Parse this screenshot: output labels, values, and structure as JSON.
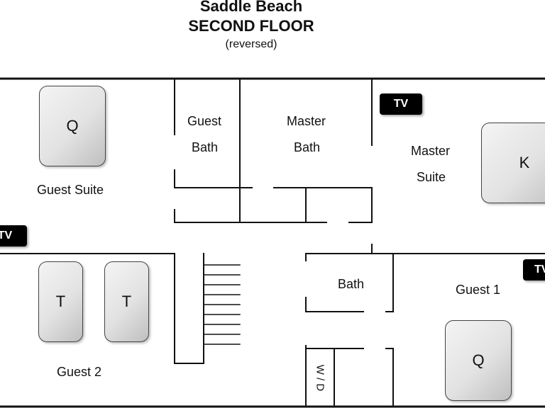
{
  "header": {
    "title": "Saddle Beach",
    "subtitle": "SECOND FLOOR",
    "note": "(reversed)"
  },
  "rooms": {
    "guest_bath_line1": "Guest",
    "guest_bath_line2": "Bath",
    "master_bath_line1": "Master",
    "master_bath_line2": "Bath",
    "master_suite_line1": "Master",
    "master_suite_line2": "Suite",
    "guest_suite": "Guest Suite",
    "guest_2": "Guest 2",
    "bath": "Bath",
    "guest_1": "Guest 1",
    "laundry": "W / D"
  },
  "beds": {
    "guest_suite": "Q",
    "master_suite": "K",
    "guest2_left": "T",
    "guest2_right": "T",
    "guest_1": "Q"
  },
  "tvs": {
    "master_suite": "TV",
    "guest_suite": "TV",
    "guest_1": "TV"
  }
}
